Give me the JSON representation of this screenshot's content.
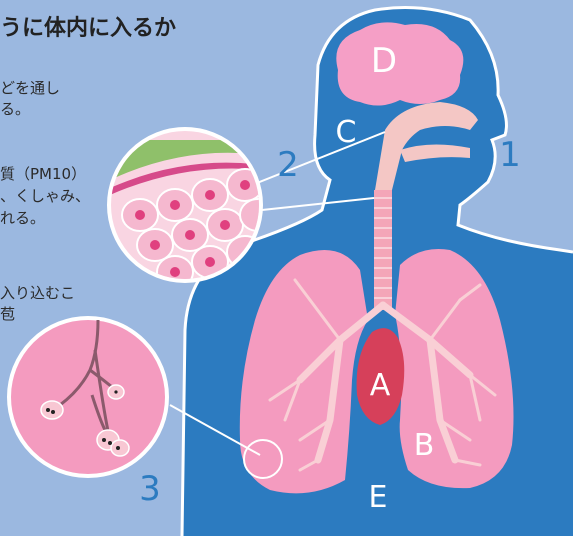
{
  "title": "うに体内に入るか",
  "texts": {
    "t1_line1": "どを通し",
    "t1_line2": "る。",
    "t2_line1": "質（PM10）",
    "t2_line2": "、くしゃみ、",
    "t2_line3": "れる。",
    "t3_line1": "入り込むこ",
    "t3_line2": "苞"
  },
  "labels": {
    "A": "A",
    "B": "B",
    "C": "C",
    "D": "D",
    "E": "E",
    "n1": "1",
    "n2": "2",
    "n3": "3"
  },
  "colors": {
    "background": "#9bb8e0",
    "body": "#2c7bc0",
    "lung": "#f49bbf",
    "heart": "#d6405a",
    "brain": "#f59fc6",
    "airway": "#f4c7c5",
    "label_blue": "#2c7bc0"
  }
}
